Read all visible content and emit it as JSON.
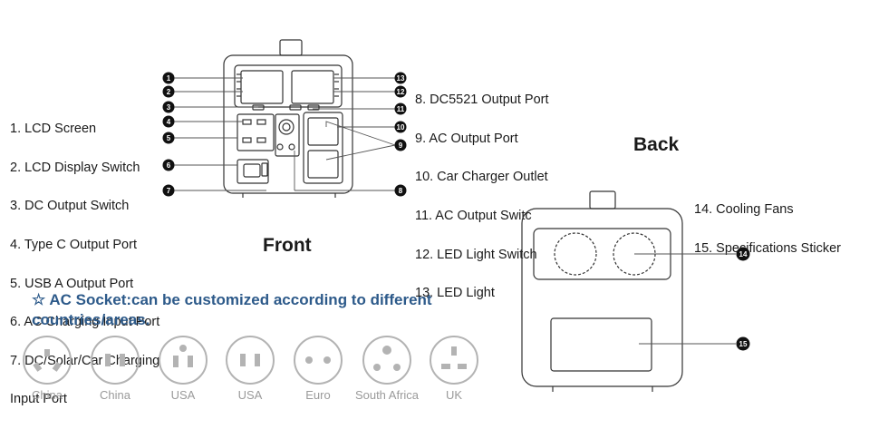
{
  "front": {
    "heading": "Front",
    "legend_left": [
      "1. LCD Screen",
      "2. LCD Display Switch",
      "3. DC Output Switch",
      "4. Type C Output Port",
      "5. USB A Output Port",
      "6. AC Charging Input Port",
      "7. DC/Solar/Car Charging",
      "Input Port"
    ],
    "legend_right": [
      "8. DC5521 Output Port",
      "9. AC Output Port",
      "10. Car Charger Outlet",
      "11. AC Output Switc",
      "12. LED Light Switch",
      "13. LED Light"
    ],
    "callouts_left": [
      "1",
      "2",
      "3",
      "4",
      "5",
      "6",
      "7"
    ],
    "callouts_right": [
      "13",
      "12",
      "11",
      "10",
      "9",
      "8"
    ]
  },
  "back": {
    "heading": "Back",
    "legend": [
      "14. Cooling Fans",
      "15. Specifications Sticker"
    ],
    "callouts": [
      "14",
      "15"
    ]
  },
  "note": "☆ AC Socket:can be customized according to different countries/areas.",
  "sockets": [
    {
      "label": "China",
      "icon": "china-socket-icon"
    },
    {
      "label": "China",
      "icon": "china-flat-socket-icon"
    },
    {
      "label": "USA",
      "icon": "usa-grounded-socket-icon"
    },
    {
      "label": "USA",
      "icon": "usa-socket-icon"
    },
    {
      "label": "Euro",
      "icon": "euro-socket-icon"
    },
    {
      "label": "South Africa",
      "icon": "south-africa-socket-icon"
    },
    {
      "label": "UK",
      "icon": "uk-socket-icon"
    }
  ],
  "colors": {
    "note_text": "#2d5a8a",
    "socket_grey": "#b3b3b3",
    "outline": "#333333"
  }
}
